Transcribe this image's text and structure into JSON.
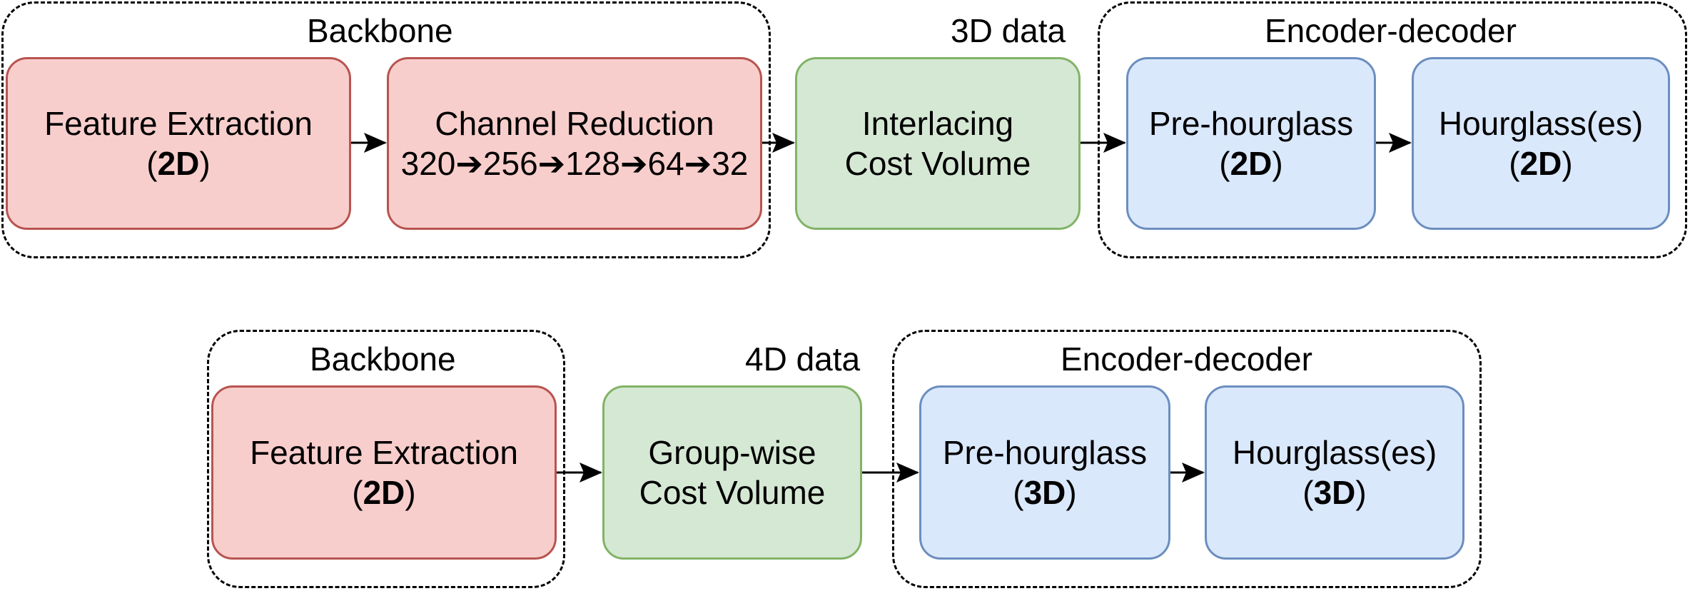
{
  "top_row": {
    "backbone_label": "Backbone",
    "data_label": "3D data",
    "encoder_label": "Encoder-decoder",
    "feature_extraction": {
      "line1": "Feature Extraction",
      "dim": "2D"
    },
    "channel_reduction": {
      "line1": "Channel Reduction",
      "line2": "320➔256➔128➔64➔32"
    },
    "cost_volume": {
      "line1": "Interlacing",
      "line2": "Cost Volume"
    },
    "pre_hourglass": {
      "line1": "Pre-hourglass",
      "dim": "2D"
    },
    "hourglass": {
      "line1": "Hourglass(es)",
      "dim": "2D"
    }
  },
  "bottom_row": {
    "backbone_label": "Backbone",
    "data_label": "4D data",
    "encoder_label": "Encoder-decoder",
    "feature_extraction": {
      "line1": "Feature Extraction",
      "dim": "2D"
    },
    "cost_volume": {
      "line1": "Group-wise",
      "line2": "Cost Volume"
    },
    "pre_hourglass": {
      "line1": "Pre-hourglass",
      "dim": "3D"
    },
    "hourglass": {
      "line1": "Hourglass(es)",
      "dim": "3D"
    }
  },
  "colors": {
    "backbone_fill": "#f8cecc",
    "backbone_stroke": "#b85450",
    "cost_fill": "#d5e8d4",
    "cost_stroke": "#82b366",
    "encoder_fill": "#dae8fc",
    "encoder_stroke": "#6c8ebf"
  }
}
